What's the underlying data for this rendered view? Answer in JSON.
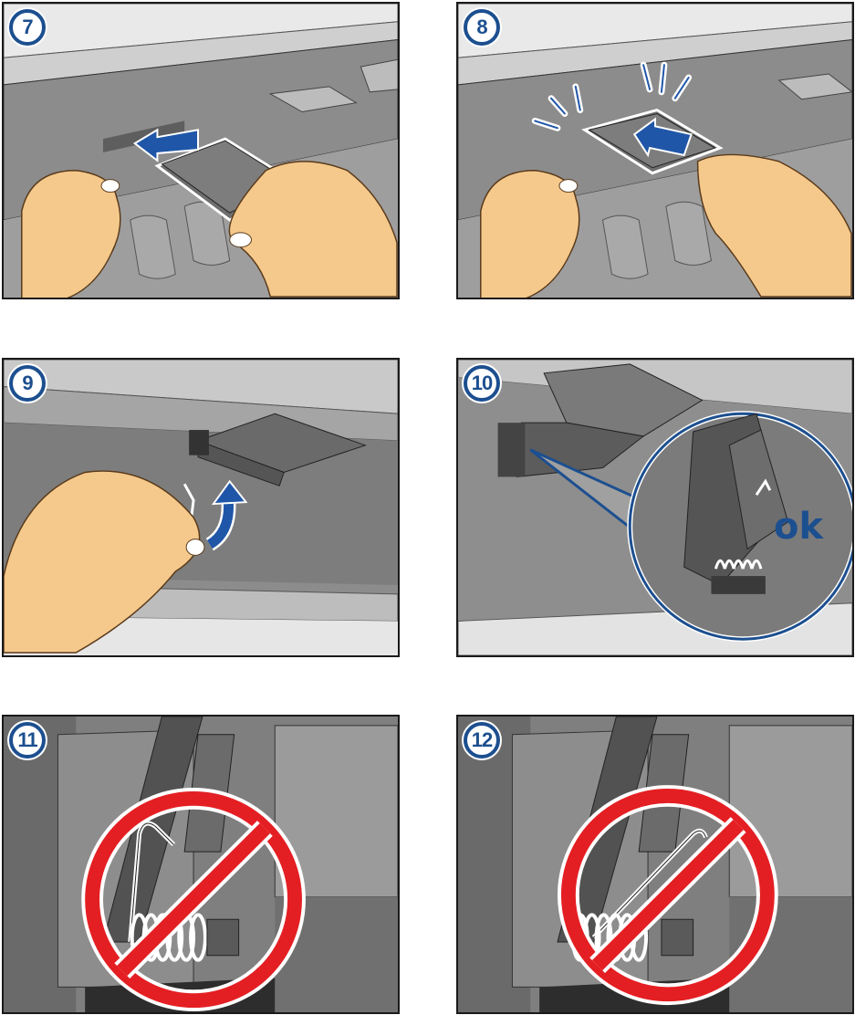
{
  "steps": [
    {
      "number": "7"
    },
    {
      "number": "8"
    },
    {
      "number": "9"
    },
    {
      "number": "10",
      "label": "ok"
    },
    {
      "number": "11"
    },
    {
      "number": "12"
    }
  ],
  "colors": {
    "badge_blue": "#1c4f8f",
    "arrow_blue": "#1f56a8",
    "prohibition_red": "#e41f23",
    "printer_gray": "#8f8f8f",
    "skin": "#f5c98c"
  }
}
